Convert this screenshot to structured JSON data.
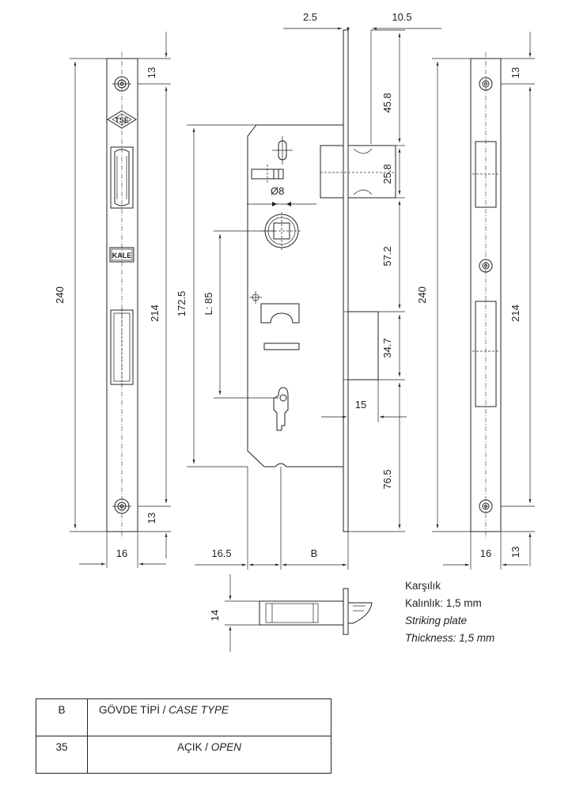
{
  "dimensions": {
    "top_gap": "2.5",
    "top_width": "10.5",
    "left_total": "240",
    "left_top_hole": "13",
    "left_bottom_hole": "13",
    "left_inner": "214",
    "left_faceplate_width": "16",
    "case_height": "172.5",
    "lever_distance": "L: 85",
    "spindle_dia": "Ø8",
    "latch_offset": "45.8",
    "latch_height": "25.8",
    "latch_to_deadbolt": "57.2",
    "deadbolt_height": "34.7",
    "deadbolt_throw": "15",
    "deadbolt_to_bottom": "76.5",
    "center_total": "240",
    "backset_offset": "16.5",
    "backset": "B",
    "side_thickness": "14",
    "right_top_hole": "13",
    "right_inner": "214",
    "right_faceplate_width": "16",
    "right_bottom_hole": "13"
  },
  "logos": {
    "tse": "TSE",
    "kale": "KALE"
  },
  "notes": {
    "line1": "Karşılık",
    "line2": "Kalınlık: 1,5 mm",
    "line3": "Striking plate",
    "line4": "Thickness: 1,5 mm"
  },
  "table": {
    "header_b": "B",
    "header_case_tr": "GÖVDE TİPİ / ",
    "header_case_en": "CASE TYPE",
    "row_b": "35",
    "row_case_tr": "AÇIK / ",
    "row_case_en": "OPEN"
  }
}
